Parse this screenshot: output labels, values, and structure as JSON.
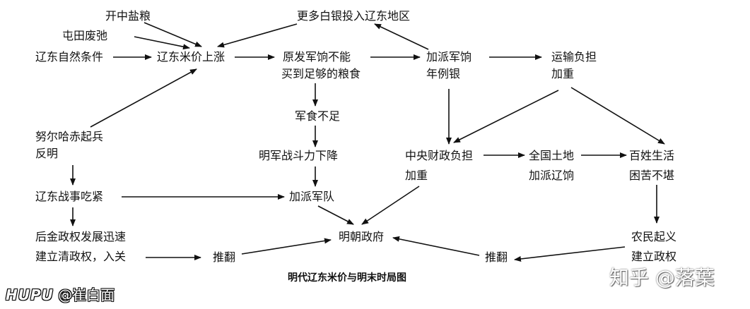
{
  "diagram": {
    "caption": "明代辽东米价与明末时局图",
    "nodes": {
      "kaizhong": [
        "开中盐粮"
      ],
      "more_silver": [
        "更多白银投入辽东地区"
      ],
      "tuntian": [
        "屯田废弛"
      ],
      "natural": [
        "辽东自然条件"
      ],
      "rice_price": [
        "辽东米价上涨"
      ],
      "cannot_buy": [
        "原发军饷不能",
        "买到足够的粮食"
      ],
      "extra_silver": [
        "加派军饷",
        "年例银"
      ],
      "transport": [
        "运输负担",
        "加重"
      ],
      "food_short": [
        "军食不足"
      ],
      "nurhaci": [
        "努尔哈赤起兵",
        "反明"
      ],
      "fighting": [
        "明军战斗力下降"
      ],
      "central_finance": [
        "中央财政负担",
        "加重"
      ],
      "liao_levy": [
        "全国土地",
        "加派辽饷"
      ],
      "people": [
        "百姓生活",
        "困苦不堪"
      ],
      "war_tense": [
        "辽东战事吃紧"
      ],
      "more_troops": [
        "加派军队"
      ],
      "later_jin": [
        "后金政权发展迅速",
        "建立清政权，入关"
      ],
      "ming_gov": [
        "明朝政府"
      ],
      "peasant": [
        "农民起义",
        "建立政权"
      ],
      "overthrow_left": [
        "推翻"
      ],
      "overthrow_right": [
        "推翻"
      ]
    }
  },
  "watermarks": {
    "hupu_brand": "HUPU",
    "hupu_user": "@崔白面",
    "zhihu": "知乎 @落葉"
  },
  "colors": {
    "ink": "#111111",
    "background": "#ffffff"
  }
}
